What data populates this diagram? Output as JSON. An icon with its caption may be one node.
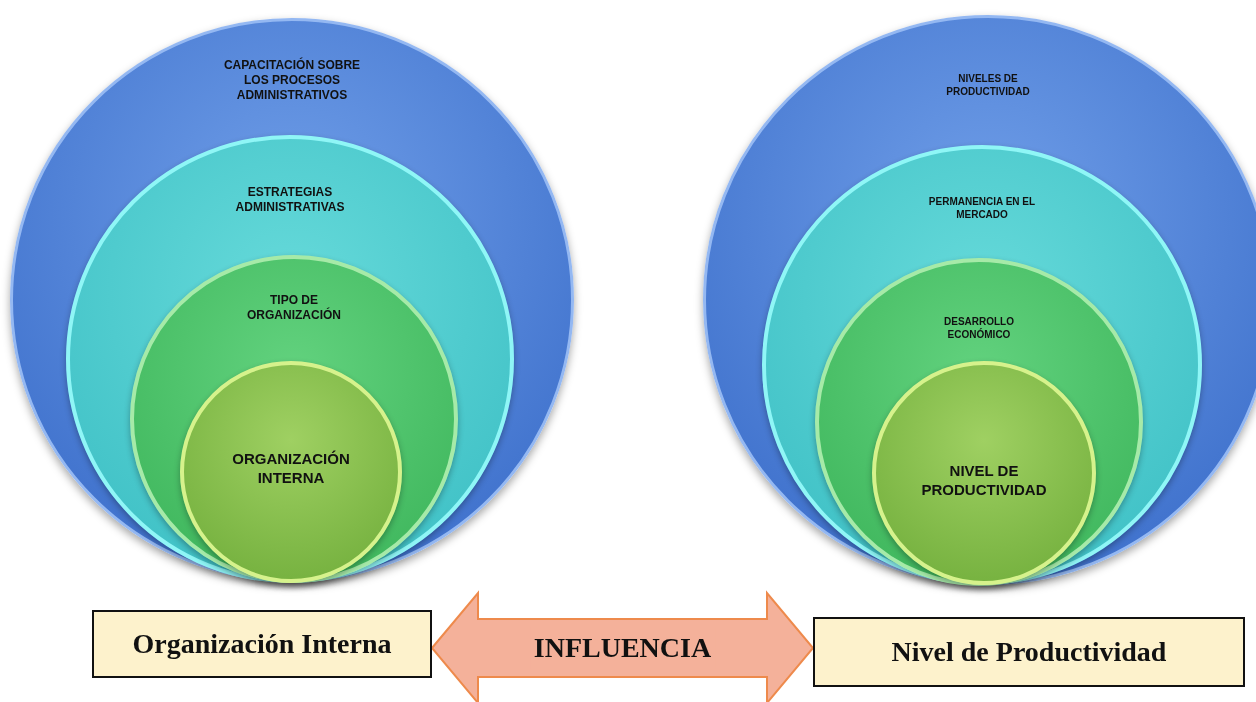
{
  "diagram": {
    "nodes": [
      {
        "text": [
          "CAPACITACIÓN SOBRE LOS PROCESOS ADMINISTRATIVOS"
        ]
      },
      {
        "text": [
          "ESTRATEGIAS ADMINISTRATIVAS"
        ],
        "in": 0
      },
      {
        "text": [
          "TIPO DE ORGANIZACIÓN"
        ],
        "in": 1
      },
      {
        "text": [
          "ORGANIZACIÓN INTERNA"
        ],
        "in": 2
      },
      {
        "text": [
          "NIVELES DE PRODUCTIVIDAD"
        ]
      },
      {
        "text": [
          "PERMANENCIA EN EL MERCADO"
        ],
        "in": 4
      },
      {
        "text": [
          "DESARROLLO ECONÓMICO"
        ],
        "in": 5
      },
      {
        "text": [
          "NIVEL DE PRODUCTIVIDAD"
        ],
        "in": 6
      },
      {
        "text": [
          "Organización Interna"
        ]
      },
      {
        "text": [
          "Nivel de Productividad"
        ]
      }
    ],
    "edges": [
      {
        "from": 8,
        "to": 9,
        "arrow": "both",
        "label": "INFLUENCIA",
        "style": "thick",
        "color": "#f4b19a"
      }
    ]
  }
}
